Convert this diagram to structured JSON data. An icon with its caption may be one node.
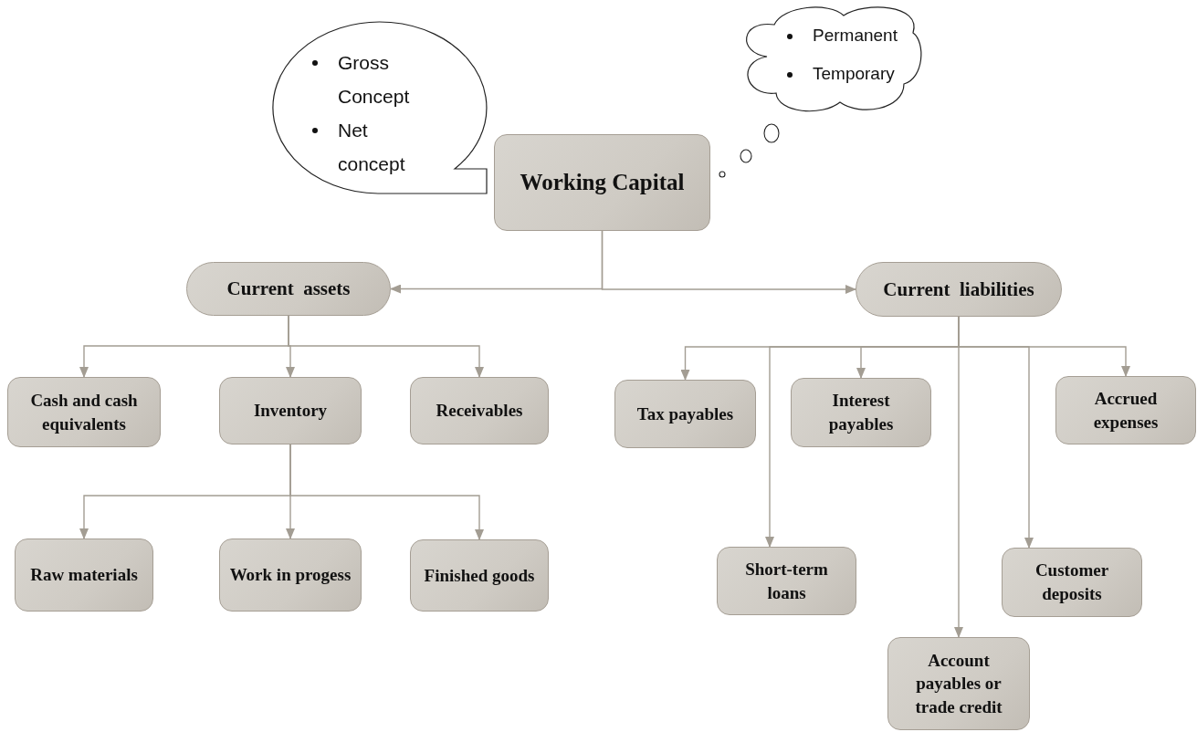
{
  "diagram": {
    "nodes": [
      {
        "text": [
          "Gross Concept",
          "Net concept"
        ]
      },
      {
        "text": [
          "Permanent",
          "Temporary"
        ]
      },
      {
        "text": [
          "Working Capital"
        ]
      },
      {
        "text": [
          "Current  assets"
        ]
      },
      {
        "text": [
          "Current  liabilities"
        ]
      },
      {
        "text": [
          "Cash and cash equivalents"
        ]
      },
      {
        "text": [
          "Inventory"
        ]
      },
      {
        "text": [
          "Receivables"
        ]
      },
      {
        "text": [
          "Raw materials"
        ]
      },
      {
        "text": [
          "Work in progess"
        ]
      },
      {
        "text": [
          "Finished goods"
        ]
      },
      {
        "text": [
          "Tax payables"
        ]
      },
      {
        "text": [
          "Interest payables"
        ]
      },
      {
        "text": [
          "Accrued expenses"
        ]
      },
      {
        "text": [
          "Short-term loans"
        ]
      },
      {
        "text": [
          "Customer deposits"
        ]
      },
      {
        "text": [
          "Account payables or trade credit"
        ]
      }
    ],
    "edges": [
      {
        "from": 2,
        "to": 3,
        "arrow": "to"
      },
      {
        "from": 2,
        "to": 4,
        "arrow": "to"
      },
      {
        "from": 3,
        "to": 5,
        "arrow": "to"
      },
      {
        "from": 3,
        "to": 6,
        "arrow": "to"
      },
      {
        "from": 3,
        "to": 7,
        "arrow": "to"
      },
      {
        "from": 6,
        "to": 8,
        "arrow": "to"
      },
      {
        "from": 6,
        "to": 9,
        "arrow": "to"
      },
      {
        "from": 6,
        "to": 10,
        "arrow": "to"
      },
      {
        "from": 4,
        "to": 11,
        "arrow": "to"
      },
      {
        "from": 4,
        "to": 14,
        "arrow": "to"
      },
      {
        "from": 4,
        "to": 12,
        "arrow": "to"
      },
      {
        "from": 4,
        "to": 16,
        "arrow": "to"
      },
      {
        "from": 4,
        "to": 15,
        "arrow": "to"
      },
      {
        "from": 4,
        "to": 13,
        "arrow": "to"
      }
    ]
  }
}
